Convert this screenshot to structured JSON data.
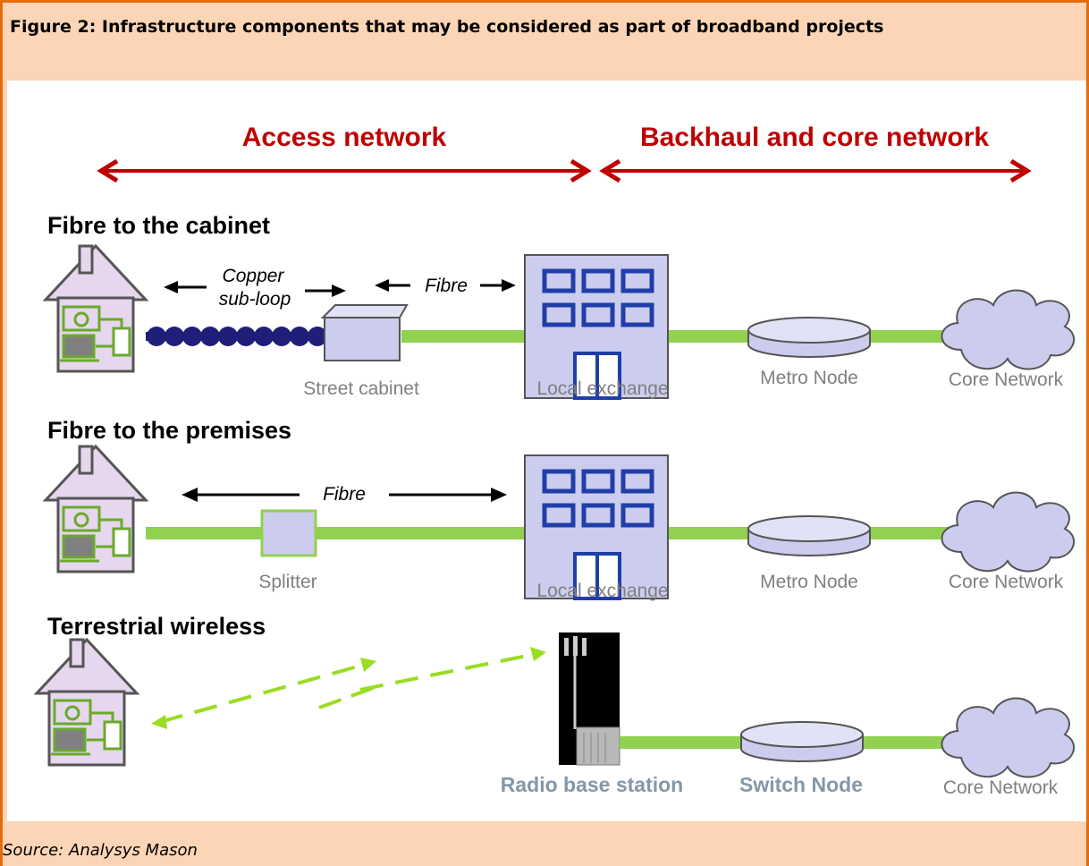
{
  "figure": {
    "title": "Figure 2: Infrastructure components that may be considered as part of broadband projects",
    "source": "Source: Analysys Mason"
  },
  "headers": {
    "access": "Access network",
    "backhaul": "Backhaul and core network"
  },
  "colors": {
    "arrow_red": "#c00000",
    "fibre_green": "#92d050",
    "node_fill": "#ccccee",
    "copper_blue": "#1f1f7a",
    "border_orange": "#e36c0a",
    "background_peach": "#fbd5b5"
  },
  "sections": {
    "fttc": {
      "heading": "Fibre to the cabinet",
      "copper_line1": "Copper",
      "copper_line2": "sub-loop",
      "fibre": "Fibre",
      "street_cabinet": "Street cabinet",
      "local_exchange": "Local exchange",
      "metro_node": "Metro Node",
      "core_network": "Core Network"
    },
    "fttp": {
      "heading": "Fibre to the premises",
      "fibre": "Fibre",
      "splitter": "Splitter",
      "local_exchange": "Local exchange",
      "metro_node": "Metro Node",
      "core_network": "Core Network"
    },
    "wireless": {
      "heading": "Terrestrial wireless",
      "radio_base_station": "Radio base station",
      "switch_node": "Switch Node",
      "core_network": "Core Network"
    }
  }
}
